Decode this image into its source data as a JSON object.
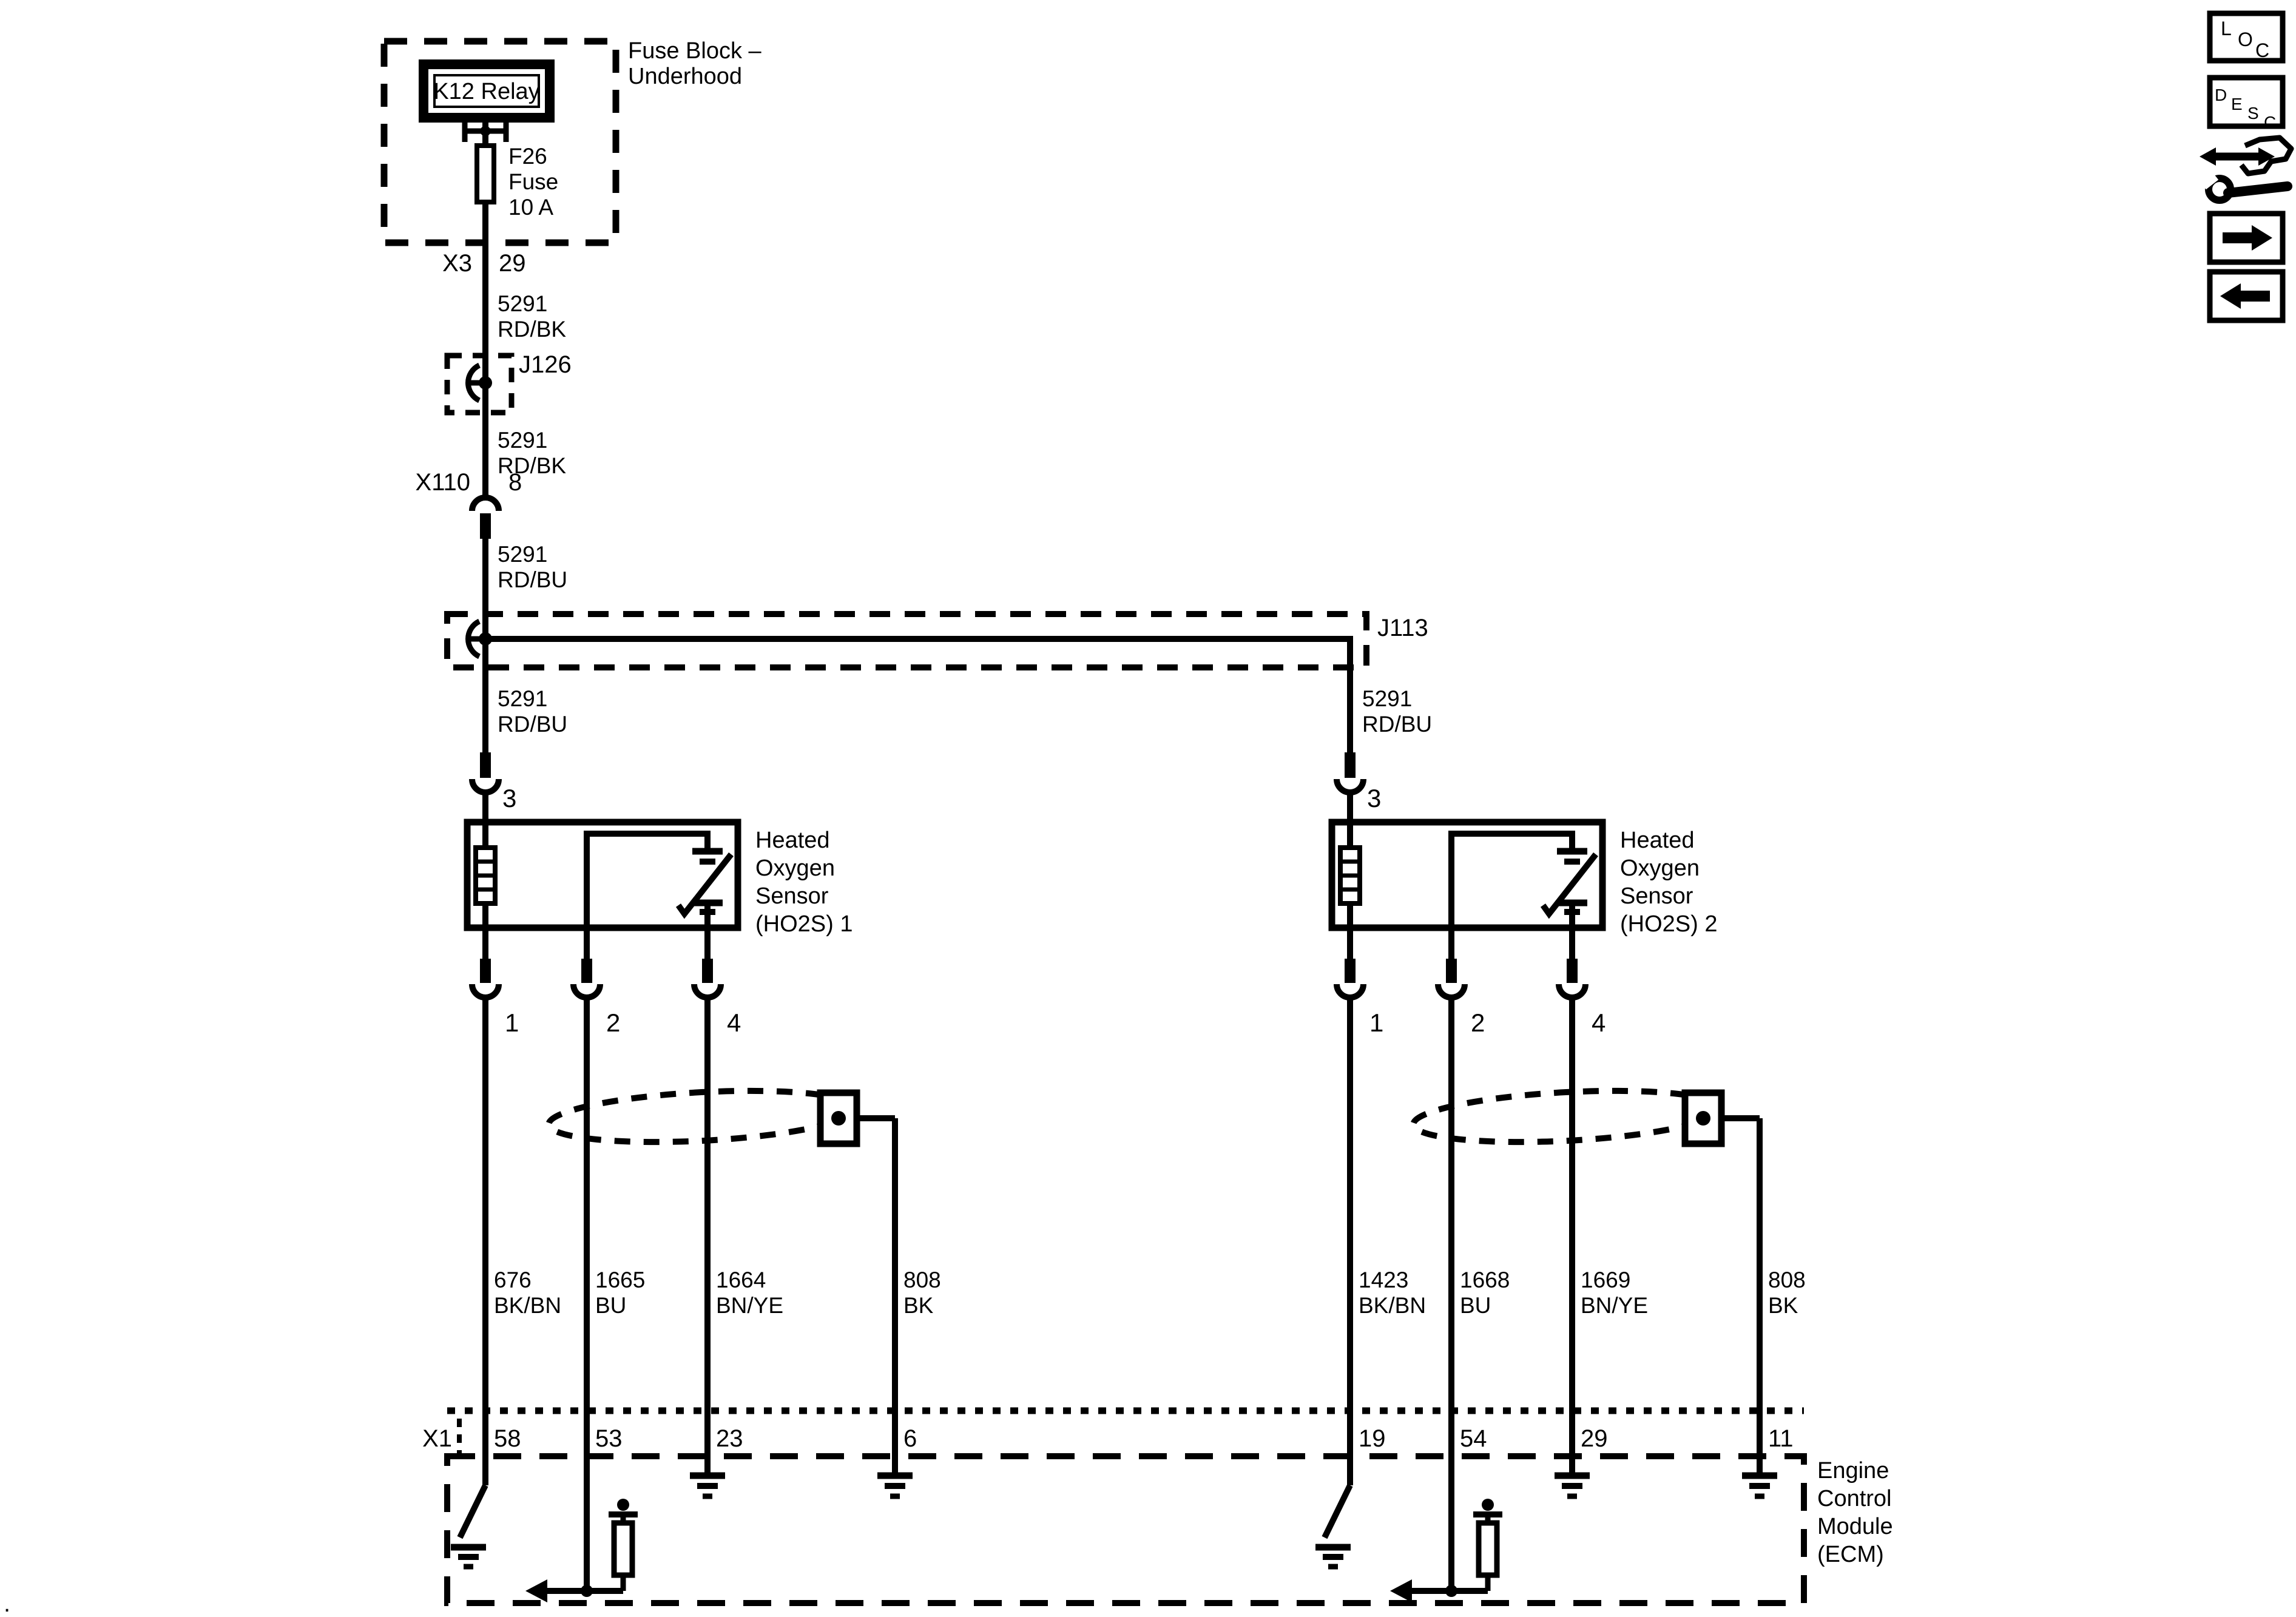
{
  "artifact": {
    "dot": "."
  },
  "sidebar": {
    "loc": [
      "L",
      "O",
      "C"
    ],
    "desc": [
      "D",
      "E",
      "S",
      "C"
    ]
  },
  "fuse_block": {
    "label": [
      "Fuse Block –",
      "Underhood"
    ],
    "relay": "K12 Relay",
    "fuse": [
      "F26",
      "Fuse",
      "10 A"
    ],
    "conn": "X3",
    "pin": "29"
  },
  "splices": {
    "j126": "J126",
    "j113": "J113"
  },
  "connectors": {
    "x110": {
      "name": "X110",
      "pin": "8"
    },
    "x1": "X1"
  },
  "wires": {
    "rdbk": {
      "num": "5291",
      "color": "RD/BK"
    },
    "rdbu": {
      "num": "5291",
      "color": "RD/BU"
    },
    "w676": {
      "num": "676",
      "color": "BK/BN"
    },
    "w1665": {
      "num": "1665",
      "color": "BU"
    },
    "w1664": {
      "num": "1664",
      "color": "BN/YE"
    },
    "w808": {
      "num": "808",
      "color": "BK"
    },
    "w1423": {
      "num": "1423",
      "color": "BK/BN"
    },
    "w1668": {
      "num": "1668",
      "color": "BU"
    },
    "w1669": {
      "num": "1669",
      "color": "BN/YE"
    }
  },
  "sensors": {
    "ho2s1": {
      "label": [
        "Heated",
        "Oxygen",
        "Sensor",
        "(HO2S) 1"
      ],
      "pin_top": "3",
      "pins_bottom": [
        "1",
        "2",
        "4"
      ]
    },
    "ho2s2": {
      "label": [
        "Heated",
        "Oxygen",
        "Sensor",
        "(HO2S) 2"
      ],
      "pin_top": "3",
      "pins_bottom": [
        "1",
        "2",
        "4"
      ]
    }
  },
  "ecm": {
    "label": [
      "Engine",
      "Control",
      "Module",
      "(ECM)"
    ],
    "pins": [
      "58",
      "53",
      "23",
      "6",
      "19",
      "54",
      "29",
      "11"
    ]
  },
  "colors": {
    "ink": "#000000",
    "paper": "#ffffff"
  }
}
